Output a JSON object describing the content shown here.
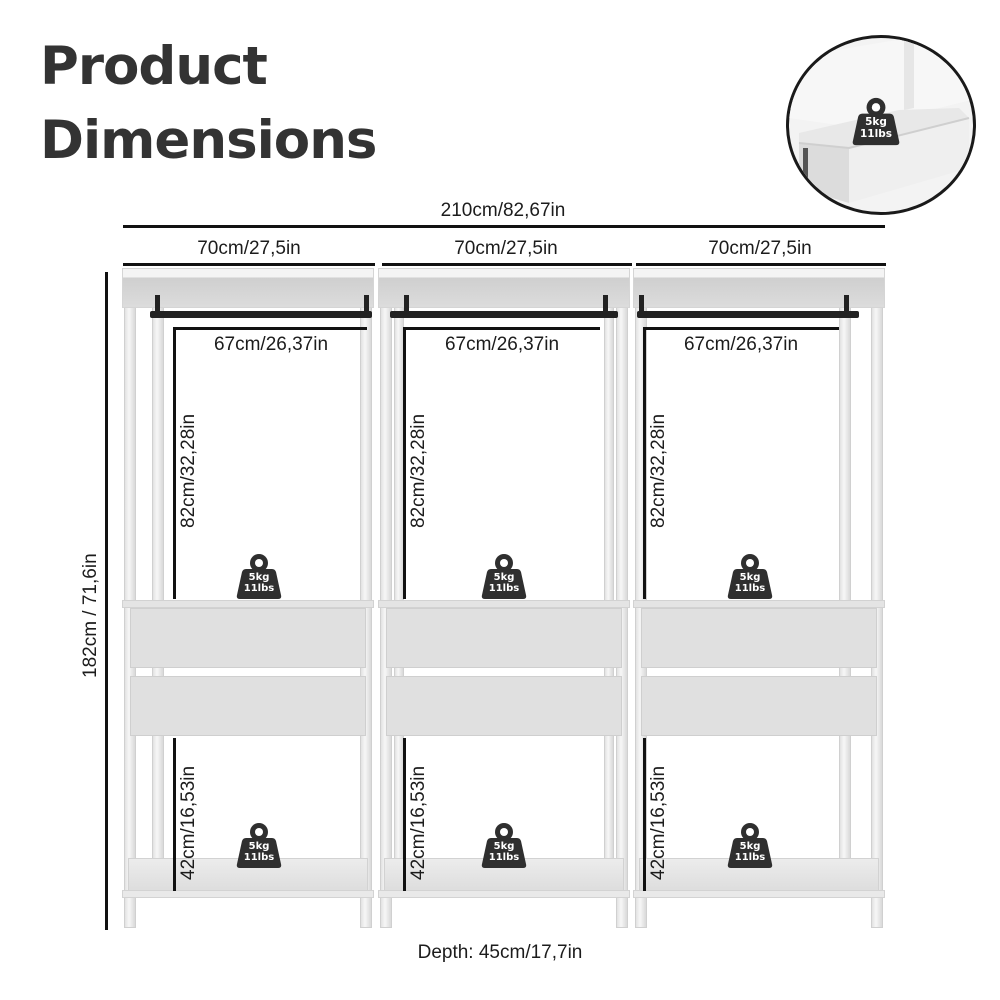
{
  "title": {
    "line1": "Product",
    "line2": "Dimensions"
  },
  "overall_width": "210cm/82,67in",
  "overall_height": "182cm / 71,6in",
  "depth": "Depth: 45cm/17,7in",
  "units": [
    {
      "width": "70cm/27,5in",
      "rail_width": "67cm/26,37in",
      "hanging_height": "82cm/32,28in",
      "bottom_height": "42cm/16,53in",
      "mid_load": {
        "kg": "5kg",
        "lbs": "11lbs"
      },
      "bottom_load": {
        "kg": "5kg",
        "lbs": "11lbs"
      }
    },
    {
      "width": "70cm/27,5in",
      "rail_width": "67cm/26,37in",
      "hanging_height": "82cm/32,28in",
      "bottom_height": "42cm/16,53in",
      "mid_load": {
        "kg": "5kg",
        "lbs": "11lbs"
      },
      "bottom_load": {
        "kg": "5kg",
        "lbs": "11lbs"
      }
    },
    {
      "width": "70cm/27,5in",
      "rail_width": "67cm/26,37in",
      "hanging_height": "82cm/32,28in",
      "bottom_height": "42cm/16,53in",
      "mid_load": {
        "kg": "5kg",
        "lbs": "11lbs"
      },
      "bottom_load": {
        "kg": "5kg",
        "lbs": "11lbs"
      }
    }
  ],
  "drawer_inset": {
    "kg": "5kg",
    "lbs": "11lbs"
  },
  "colors": {
    "title": "#333333",
    "badge": "#2f2f2f",
    "line": "#111111",
    "furniture": "#e2e2e2"
  }
}
